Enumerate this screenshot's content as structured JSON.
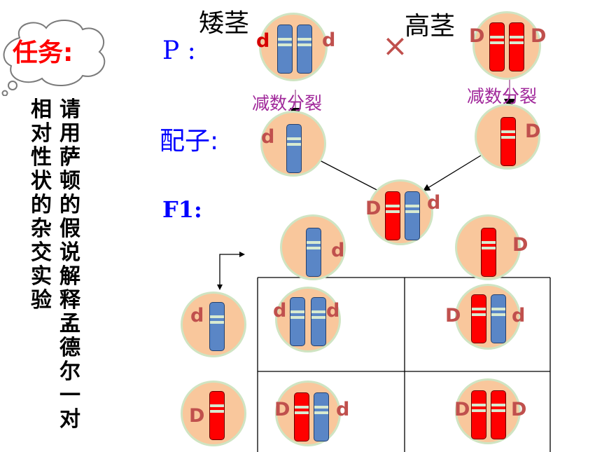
{
  "task": {
    "label": "任务:",
    "color": "#ff0000"
  },
  "instruction": {
    "line1": "请用萨顿的假说解释孟德尔一对",
    "line2": "相对性状的杂交实验"
  },
  "generations": {
    "p": "P :",
    "gametes": "配子:",
    "f1": "F1:"
  },
  "parents": {
    "short_title": "矮茎",
    "tall_title": "高茎",
    "cross_symbol": "×",
    "meiosis_label": "减数分裂"
  },
  "alleles": {
    "dominant": "D",
    "recessive": "d"
  },
  "colors": {
    "dominant_chromosome": "#ff0000",
    "recessive_chromosome": "#5a86c6",
    "cell_fill": "#f9c79c",
    "cell_border": "#cfe4c2",
    "generation_label": "#0000ff",
    "meiosis_label": "#a0279a"
  }
}
